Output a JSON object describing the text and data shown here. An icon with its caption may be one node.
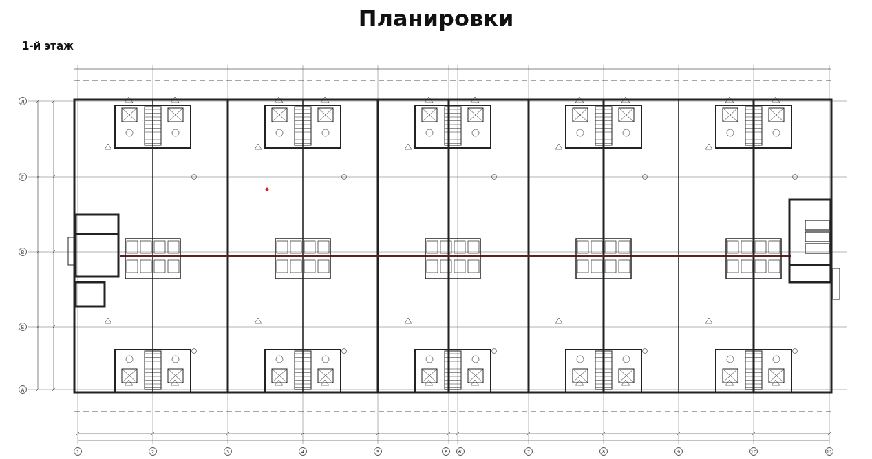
{
  "diagram": {
    "title": "Планировки",
    "labels": [
      "1-й этаж",
      "Д",
      "Г",
      "В",
      "Б",
      "А",
      "1",
      "2",
      "3",
      "4",
      "5",
      "6",
      "6'",
      "7",
      "8",
      "9",
      "10",
      "11"
    ]
  }
}
